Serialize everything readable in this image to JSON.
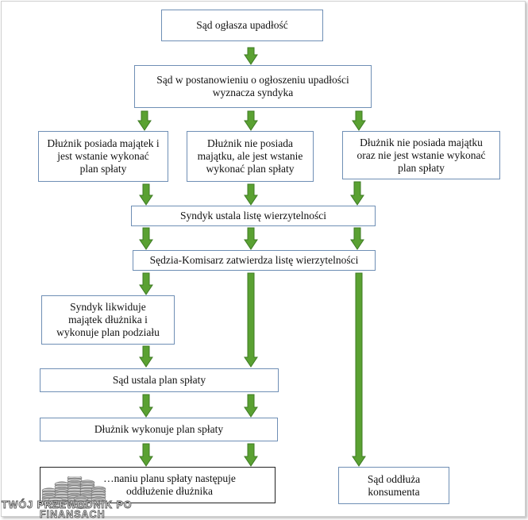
{
  "colors": {
    "arrow_fill": "#5aa132",
    "arrow_stroke": "#3d7a23",
    "box_border": "#6f8fb5"
  },
  "boxes": {
    "b1": "Sąd ogłasza upadłość",
    "b2": "Sąd w postanowieniu o ogłoszeniu upadłości wyznacza syndyka",
    "b3": "Dłużnik posiada majątek i jest wstanie wykonać plan spłaty",
    "b4": "Dłużnik nie posiada majątku, ale jest wstanie wykonać plan spłaty",
    "b5": "Dłużnik nie posiada majątku oraz nie jest wstanie wykonać plan spłaty",
    "b6": "Syndyk ustala listę wierzytelności",
    "b7": "Sędzia-Komisarz zatwierdza listę wierzytelności",
    "b8": "Syndyk likwiduje majątek dłużnika i wykonuje plan podziału",
    "b9": "Sąd ustala plan spłaty",
    "b10": "Dłużnik wykonuje plan spłaty",
    "b11": "…naniu planu spłaty następuje oddłużenie dłużnika",
    "b12": "Sąd oddłuża konsumenta"
  },
  "watermark": {
    "line1": "TWÓJ PRZEWODNIK PO",
    "line2": "FINANSACH",
    "icon": "coin-stacks-icon"
  }
}
